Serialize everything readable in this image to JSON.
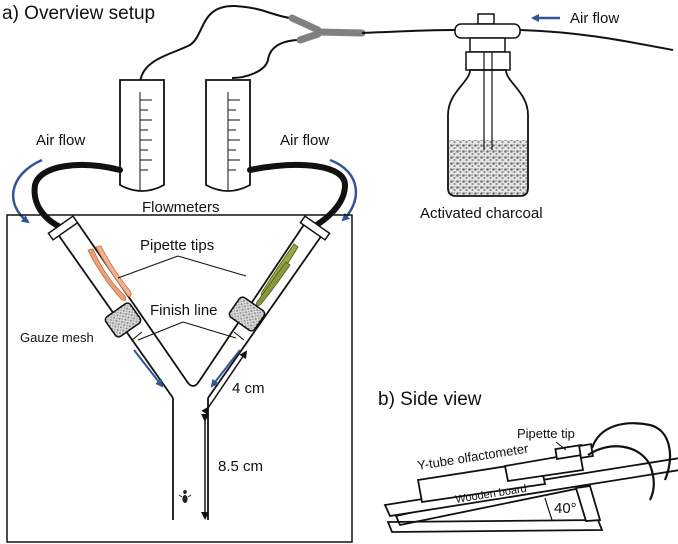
{
  "panel_a": {
    "title": "a) Overview setup",
    "labels": {
      "air_flow_top": "Air flow",
      "air_flow_left": "Air flow",
      "air_flow_right": "Air flow",
      "flowmeters": "Flowmeters",
      "activated_charcoal": "Activated charcoal",
      "pipette_tips": "Pipette tips",
      "finish_line": "Finish line",
      "gauze_mesh": "Gauze mesh",
      "dist_4cm": "4 cm",
      "dist_8_5cm": "8.5 cm"
    }
  },
  "panel_b": {
    "title": "b) Side view",
    "labels": {
      "pipette_tip": "Pipette tip",
      "y_tube": "Y-tube olfactometer",
      "wooden_board": "Wooden board",
      "angle": "40°"
    }
  },
  "colors": {
    "line": "#111111",
    "arrow_blue": "#2f5597",
    "connector_gray": "#808080",
    "larva_orange": "#e8a27c",
    "larva_green": "#8a9a3a",
    "gauze": "#b5b5b5",
    "charcoal": "#9a9a9a"
  }
}
